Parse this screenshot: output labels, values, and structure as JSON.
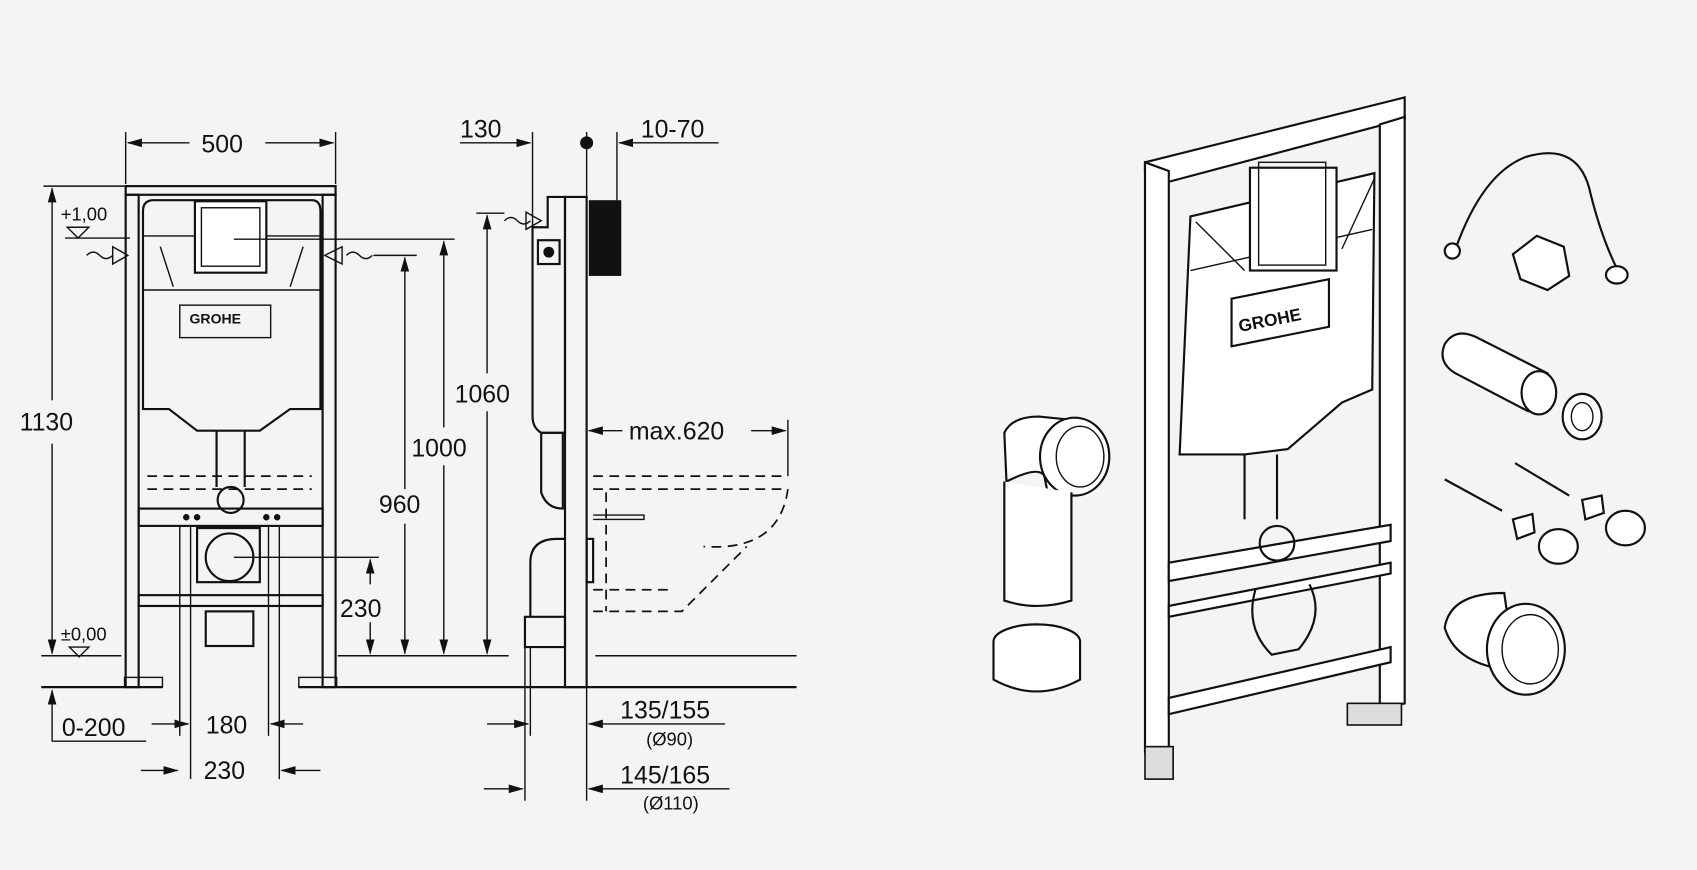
{
  "front_view": {
    "width": "500",
    "height_total": "1130",
    "level_top": "+1,00",
    "level_zero": "±0,00",
    "brand": "GROHE",
    "offset": "0-200",
    "bolt_spacing_inner": "180",
    "bolt_spacing_outer": "230",
    "drain_height": "230"
  },
  "side_view": {
    "depth_top": "130",
    "wall_offset": "10-70",
    "height_1060": "1060",
    "height_1000": "1000",
    "height_960": "960",
    "bowl_length": "max.620",
    "drain_90": "135/155",
    "drain_90_dia": "(Ø90)",
    "drain_110": "145/165",
    "drain_110_dia": "(Ø110)"
  },
  "isometric_view": {
    "brand": "GROHE"
  }
}
